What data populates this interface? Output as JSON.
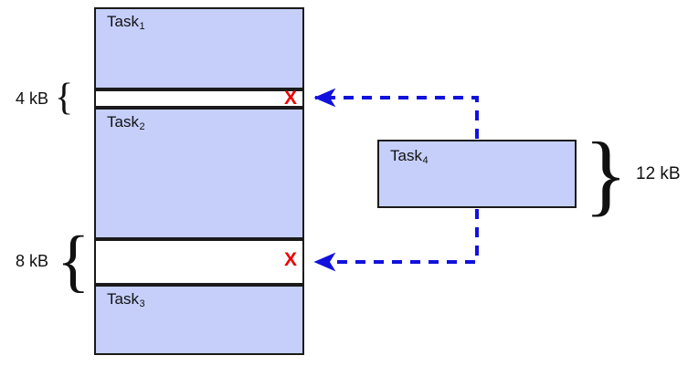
{
  "diagram": {
    "title": "memory-allocation-fragmentation",
    "colors": {
      "block_fill": "#c5cffa",
      "block_border": "#1a1a1a",
      "hole_fill": "#ffffff",
      "arrow": "#1111dd",
      "reject_mark": "#ee0000",
      "text": "#111111",
      "background": "#ffffff"
    }
  },
  "memory": {
    "segments": [
      {
        "label": "Task",
        "index": "1",
        "kind": "task"
      },
      {
        "label": "Task",
        "index": "2",
        "kind": "task"
      },
      {
        "label": "Task",
        "index": "3",
        "kind": "task"
      }
    ],
    "holes": [
      {
        "size_label": "4 kB",
        "brace": "{",
        "reject_mark": "X"
      },
      {
        "size_label": "8 kB",
        "brace": "{",
        "reject_mark": "X"
      }
    ]
  },
  "incoming": {
    "label": "Task",
    "index": "4",
    "size_label": "12 kB",
    "brace": "}"
  },
  "arrows": [
    {
      "name": "task4-to-hole-4kb",
      "style": "dashed",
      "direction": "left"
    },
    {
      "name": "task4-to-hole-8kb",
      "style": "dashed",
      "direction": "left"
    }
  ]
}
